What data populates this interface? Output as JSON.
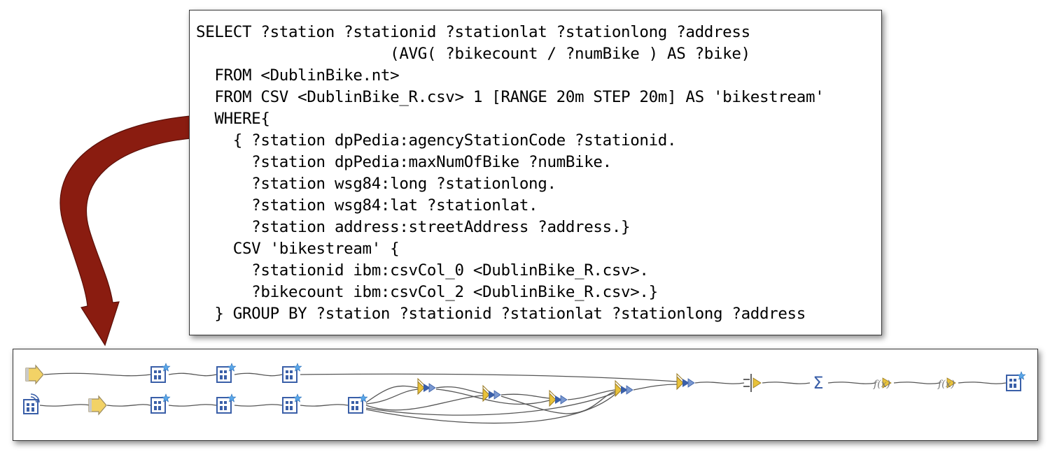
{
  "query": {
    "lines": [
      "SELECT ?station ?stationid ?stationlat ?stationlong ?address",
      "                     (AVG( ?bikecount / ?numBike ) AS ?bike)",
      "  FROM <DublinBike.nt>",
      "  FROM CSV <DublinBike_R.csv> 1 [RANGE 20m STEP 20m] AS 'bikestream'",
      "  WHERE{",
      "    { ?station dpPedia:agencyStationCode ?stationid.",
      "      ?station dpPedia:maxNumOfBike ?numBike.",
      "      ?station wsg84:long ?stationlong.",
      "      ?station wsg84:lat ?stationlat.",
      "      ?station address:streetAddress ?address.}",
      "    CSV 'bikestream' {",
      "      ?stationid ibm:csvCol_0 <DublinBike_R.csv>.",
      "      ?bikecount ibm:csvCol_2 <DublinBike_R.csv>.}",
      "  } GROUP BY ?station ?stationid ?stationlat ?stationlong ?address"
    ]
  },
  "colors": {
    "arrow": "#8a1c10",
    "operator_blue": "#3a5fa8",
    "star": "#5aa6e8",
    "import_yellow": "#f2d266",
    "join_yellow": "#e8c23a",
    "wire": "#555555"
  },
  "flow": {
    "row1": [
      "import-operator",
      "functor-operator",
      "functor-operator",
      "functor-operator",
      "join-operator",
      "barrier-operator",
      "aggregate-operator",
      "function-operator",
      "function-operator",
      "functor-operator"
    ],
    "row2": [
      "file-source-operator",
      "import-operator",
      "functor-operator",
      "functor-operator",
      "functor-operator",
      "functor-operator",
      "join-operator",
      "join-operator",
      "join-operator",
      "join-operator"
    ],
    "aggregate_symbol": "Σ",
    "function_symbol": "f(x)"
  }
}
